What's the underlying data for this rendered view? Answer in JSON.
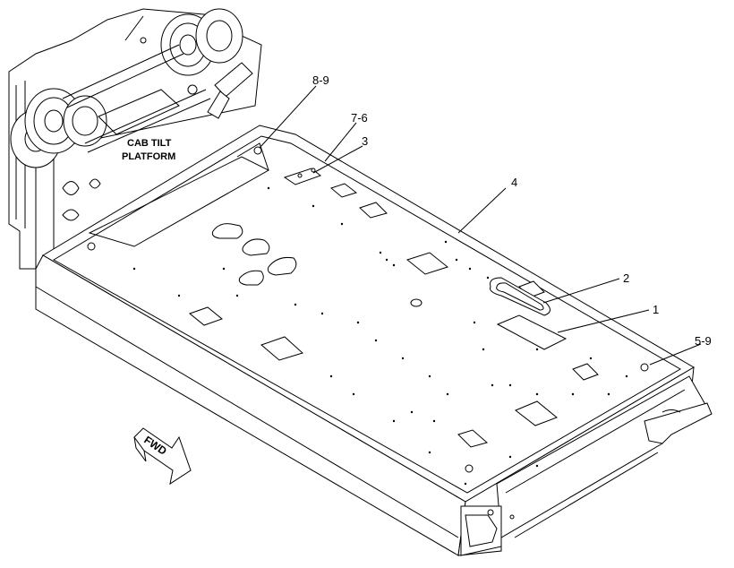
{
  "callouts": {
    "c1": "1",
    "c2": "2",
    "c3": "3",
    "c4": "4",
    "c5_9": "5-9",
    "c7_6": "7-6",
    "c8_9": "8-9"
  },
  "cab_label": {
    "line1": "CAB TILT",
    "line2": "PLATFORM"
  },
  "fwd_label": "FWD"
}
